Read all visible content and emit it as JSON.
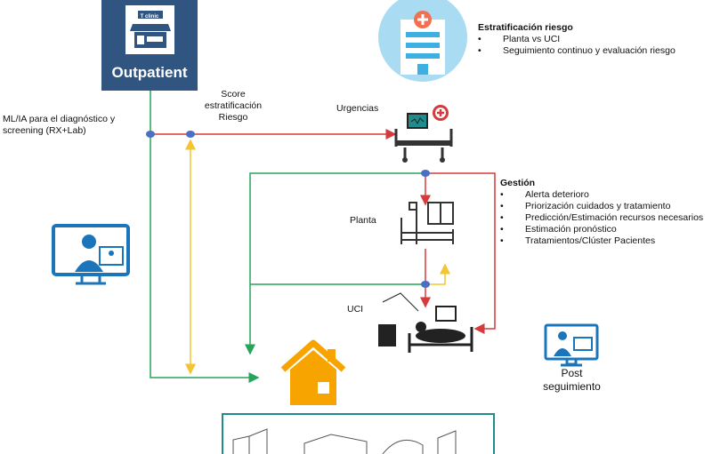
{
  "outpatient": {
    "sign": "T clinic",
    "label": "Outpatient"
  },
  "labels": {
    "ml": "ML/IA para el diagnóstico y screening (RX+Lab)",
    "score": "Score estratificación Riesgo",
    "urgencias": "Urgencias",
    "planta": "Planta",
    "uci": "UCI",
    "post": "Post seguimiento"
  },
  "estratificacion": {
    "title": "Estratificación riesgo",
    "items": [
      "Planta vs UCI",
      "Seguimiento continuo y evaluación riesgo"
    ]
  },
  "gestion": {
    "title": "Gestión",
    "items": [
      "Alerta deterioro",
      "Priorización cuidados y tratamiento",
      "Predicción/Estimación recursos necesarios",
      "Estimación pronóstico",
      "Tratamientos/Clúster Pacientes"
    ]
  },
  "colors": {
    "navy": "#2f5580",
    "green": "#27a45a",
    "red": "#d63a3a",
    "yellow": "#f2c531",
    "node": "#4a6fc4",
    "orange": "#f7a400",
    "teal": "#1e8c8c",
    "monitor": "#1b75bb"
  }
}
